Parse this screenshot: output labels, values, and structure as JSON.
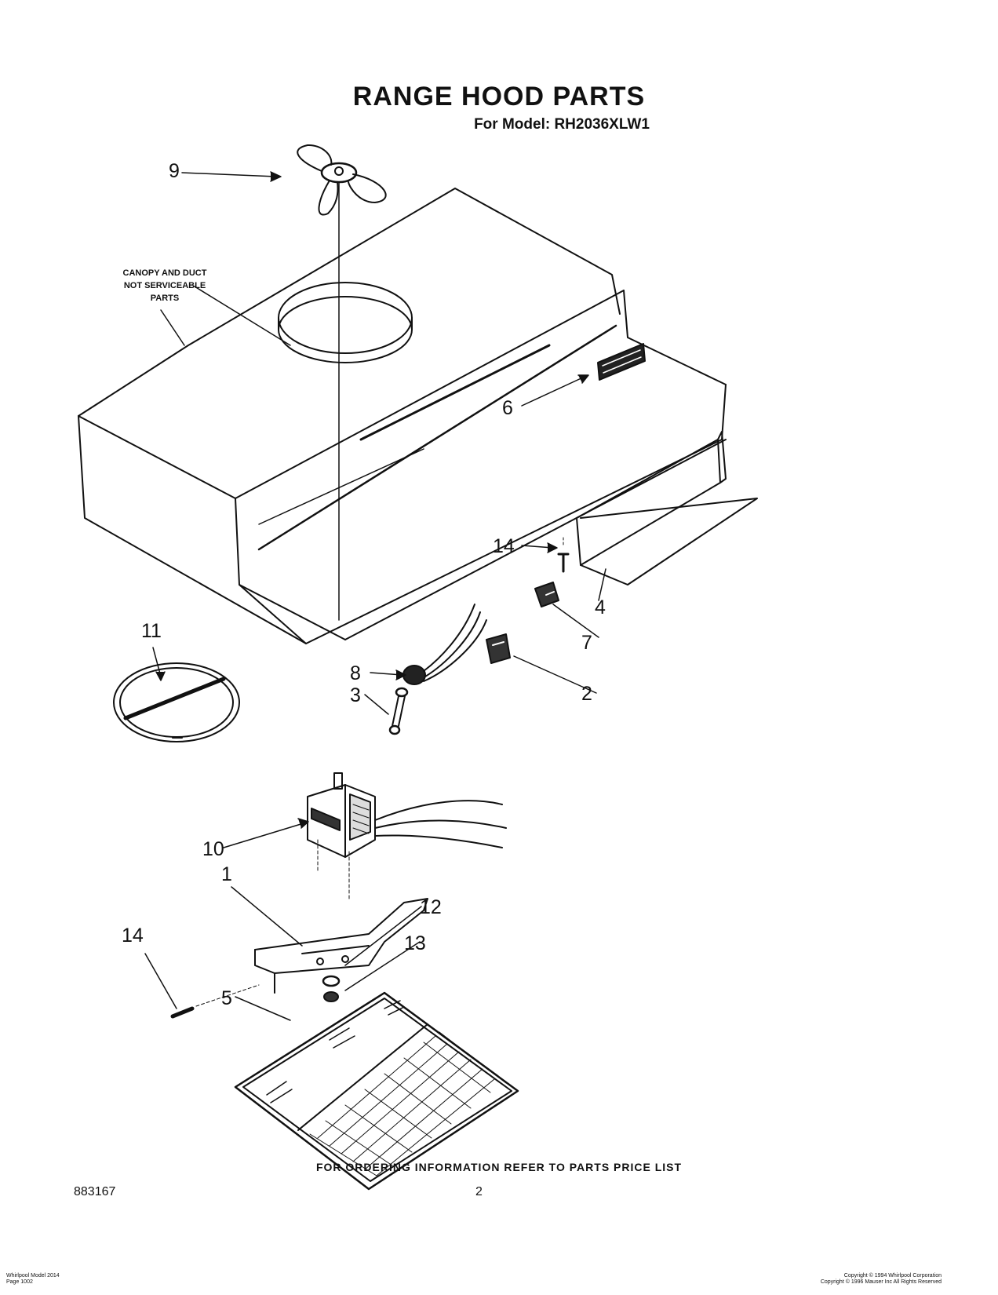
{
  "title": "RANGE HOOD PARTS",
  "subtitle": "For Model: RH2036XLW1",
  "canopy_note": [
    "CANOPY AND DUCT",
    "NOT SERVICEABLE",
    "PARTS"
  ],
  "callouts": {
    "c1": "1",
    "c2": "2",
    "c3": "3",
    "c4": "4",
    "c5": "5",
    "c6": "6",
    "c7": "7",
    "c8": "8",
    "c9": "9",
    "c10": "10",
    "c11": "11",
    "c12": "12",
    "c13": "13",
    "c14a": "14",
    "c14b": "14"
  },
  "footer": {
    "ordering": "FOR ORDERING INFORMATION REFER TO PARTS PRICE LIST",
    "doc_number": "883167",
    "page": "2",
    "left_small": [
      "Whirlpool Model 2014",
      "Page 1002"
    ],
    "right_small": [
      "Copyright © 1994 Whirlpool Corporation",
      "Copyright © 1996 Mauser Inc   All Rights Reserved"
    ]
  }
}
